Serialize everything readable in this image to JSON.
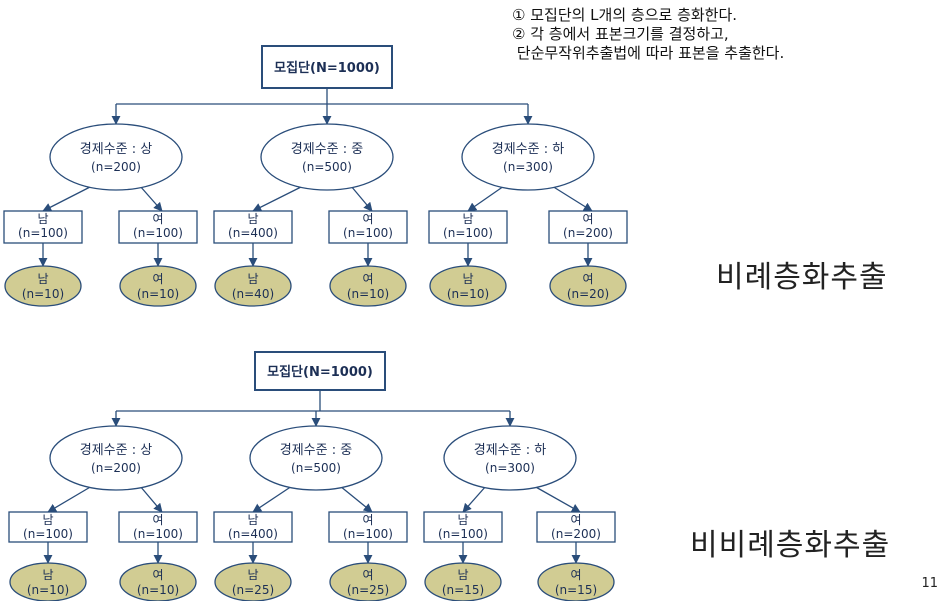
{
  "notes": [
    "① 모집단의 L개의 층으로 층화한다.",
    "② 각 층에서 표본크기를 결정하고,",
    " 단순무작위추출법에 따라 표본을 추출한다."
  ],
  "diagrams": [
    {
      "label": "비례층화추출",
      "root": "모집단(N=1000)",
      "strata": [
        {
          "name": "경제수준 : 상",
          "n": "(n=200)",
          "groups": [
            {
              "sex": "남",
              "pop": "(n=100)",
              "sample": "(n=10)"
            },
            {
              "sex": "여",
              "pop": "(n=100)",
              "sample": "(n=10)"
            }
          ]
        },
        {
          "name": "경제수준 : 중",
          "n": "(n=500)",
          "groups": [
            {
              "sex": "남",
              "pop": "(n=400)",
              "sample": "(n=40)"
            },
            {
              "sex": "여",
              "pop": "(n=100)",
              "sample": "(n=10)"
            }
          ]
        },
        {
          "name": "경제수준 : 하",
          "n": "(n=300)",
          "groups": [
            {
              "sex": "남",
              "pop": "(n=100)",
              "sample": "(n=10)"
            },
            {
              "sex": "여",
              "pop": "(n=200)",
              "sample": "(n=20)"
            }
          ]
        }
      ]
    },
    {
      "label": "비비례층화추출",
      "root": "모집단(N=1000)",
      "strata": [
        {
          "name": "경제수준 : 상",
          "n": "(n=200)",
          "groups": [
            {
              "sex": "남",
              "pop": "(n=100)",
              "sample": "(n=10)"
            },
            {
              "sex": "여",
              "pop": "(n=100)",
              "sample": "(n=10)"
            }
          ]
        },
        {
          "name": "경제수준 : 중",
          "n": "(n=500)",
          "groups": [
            {
              "sex": "남",
              "pop": "(n=400)",
              "sample": "(n=25)"
            },
            {
              "sex": "여",
              "pop": "(n=100)",
              "sample": "(n=25)"
            }
          ]
        },
        {
          "name": "경제수준 : 하",
          "n": "(n=300)",
          "groups": [
            {
              "sex": "남",
              "pop": "(n=100)",
              "sample": "(n=15)"
            },
            {
              "sex": "여",
              "pop": "(n=200)",
              "sample": "(n=15)"
            }
          ]
        }
      ]
    }
  ],
  "page_number": "11",
  "colors": {
    "line": "#2a4d7a",
    "text": "#1c2f55",
    "sample_fill": "#d1cc93",
    "sample_stroke": "#2a4d7a",
    "root_stroke": "#2a4d7a"
  }
}
